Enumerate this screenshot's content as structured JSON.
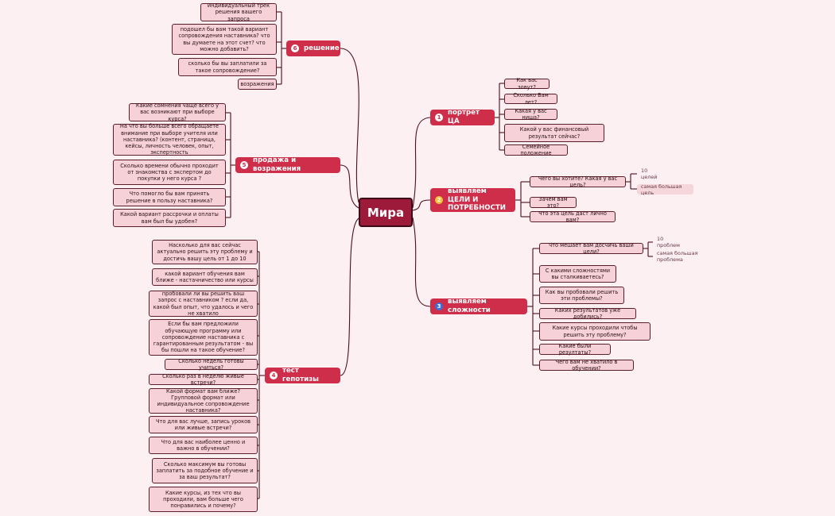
{
  "root": {
    "title": "Мира"
  },
  "branches": {
    "b1": {
      "num": "1",
      "label": "портрет ЦА"
    },
    "b2": {
      "num": "2",
      "label": "выявляем ЦЕЛИ И ПОТРЕБНОСТИ"
    },
    "b3": {
      "num": "3",
      "label": "выявляем сложности"
    },
    "b4": {
      "num": "4",
      "label": "тест гепотизы"
    },
    "b5": {
      "num": "5",
      "label": "продажа и возражения"
    },
    "b6": {
      "num": "6",
      "label": "решение"
    }
  },
  "portrait": [
    "Как вас зовут?",
    "Сколько Вам лет?",
    "Какая у вас ниша?",
    "Какой у вас финансовый результат сейчас?",
    "Семейное положение"
  ],
  "goals": [
    "Чего вы хотите? Какая у вас цель?",
    "Зачем вам это?",
    "Что эта цель даст лично вам?"
  ],
  "goals_sub": [
    "10 целей",
    "самая большая цель"
  ],
  "difficulties": [
    "что мешает вам досчичь ваши цели?",
    "С какими сложностями вы сталкиваетесь?",
    "Как вы пробовали решить эти проблемы?",
    "Каких результатов уже добились?",
    "Какие курсы проходили чтобы решить эту проблему?",
    "Какие были резултаты?",
    "Чего вам не хватило в обучении?"
  ],
  "difficulties_sub": [
    "10 проблем",
    "самая большая проблема"
  ],
  "hypothesis": [
    "Насколько для вас сейчас актуально решить эту проблему и достичь вашу цель от 1 до 10",
    "какой вариант обучения вам ближе - настачничество или курсы",
    "пробовали ли вы решить ваш запрос с наставником ? если да, какой был опыт, что удалось и чего не хватило",
    "Если бы вам предложили обучающую программу или сопровождение наставника с гарантированным результатом - вы бы пошли на такое обучение?",
    "Сколько недель готовы учиться?",
    "Сколько раз в неделю живые встречи?",
    "Какой формат вам ближе? Групповой формат или индивидуальное сопровождение наставника?",
    "Что для вас лучше, запись уроков или живые встречи?",
    "Что для вас наиболее ценно и важно в обучении?",
    "Сколько максимум вы готовы заплатить за подобное обучение и за ваш результат?",
    "Какие курсы, из тех что вы проходили, вам больше чего понравились и почему?"
  ],
  "sales": [
    "Какие сомнения чаще всего у вас возникают при выборе курса?",
    "На что вы больше всего обращаете внимание при выборе учителя или наставника? (контент, страница, кейсы, личность человек, опыт, экспертность",
    "Сколько времени обычно проходит от знакомства с экспертом до покупки у него курса ?",
    "Что помогло бы вам принять решение в пользу наставника?",
    "Какой вариант рассрочки и оплаты вам был бы удобен?"
  ],
  "solution": [
    "индивидуальный трек решения вашего запроса",
    "подошел бы вам такой вариант сопровождения наставника? что вы думаете на этот счет? что можно добавить?",
    "сколько бы вы заплатили за такое сопровождение?",
    "возражения"
  ],
  "colors": {
    "background": "#fdf0f2",
    "root": "#9e1a3a",
    "branch": "#cf2e4a",
    "leaf": "#f6d2d8",
    "line": "#4a0f1c"
  }
}
